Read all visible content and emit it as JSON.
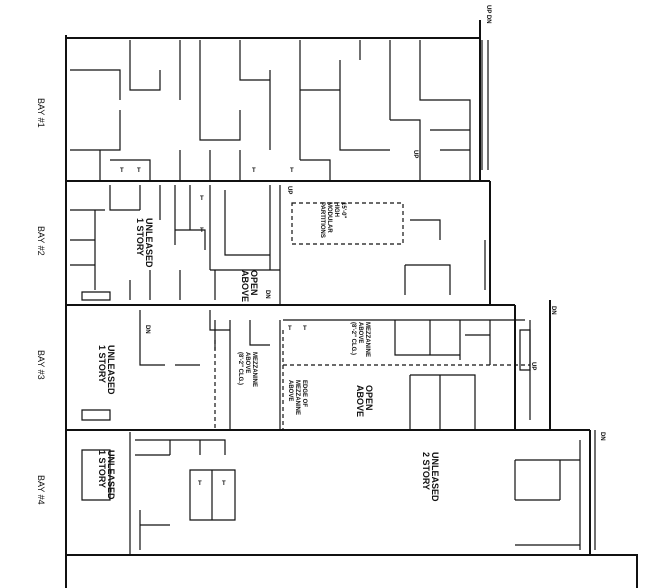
{
  "bays": [
    {
      "label": "BAY #1"
    },
    {
      "label": "BAY #2"
    },
    {
      "label": "BAY #3"
    },
    {
      "label": "BAY #4"
    }
  ],
  "areas": {
    "unleased_bay2": [
      "UNLEASED",
      "1 STORY"
    ],
    "unleased_bay3": [
      "UNLEASED",
      "1 STORY"
    ],
    "unleased_bay4": [
      "UNLEASED",
      "1 STORY"
    ],
    "unleased_2story": [
      "UNLEASED",
      "2 STORY"
    ],
    "open_above_bay2": [
      "OPEN",
      "ABOVE"
    ],
    "open_above_bay3": [
      "OPEN",
      "ABOVE"
    ],
    "mezzanine_left": [
      "MEZZANINE",
      "ABOVE",
      "(8'-2\" CLG.)"
    ],
    "mezzanine_right": [
      "MEZZANINE",
      "ABOVE",
      "(8'-2\" CLG.)"
    ],
    "edge_of_mezzanine": [
      "EDGE OF",
      "MEZZANINE",
      "ABOVE"
    ],
    "partitions": [
      "15'-0\"",
      "HIGH",
      "MODULAR",
      "PARTITIONS"
    ]
  },
  "stair_labels": {
    "up": "UP",
    "dn": "DN",
    "up_dn": "UP DN"
  },
  "restroom_mark": "T"
}
